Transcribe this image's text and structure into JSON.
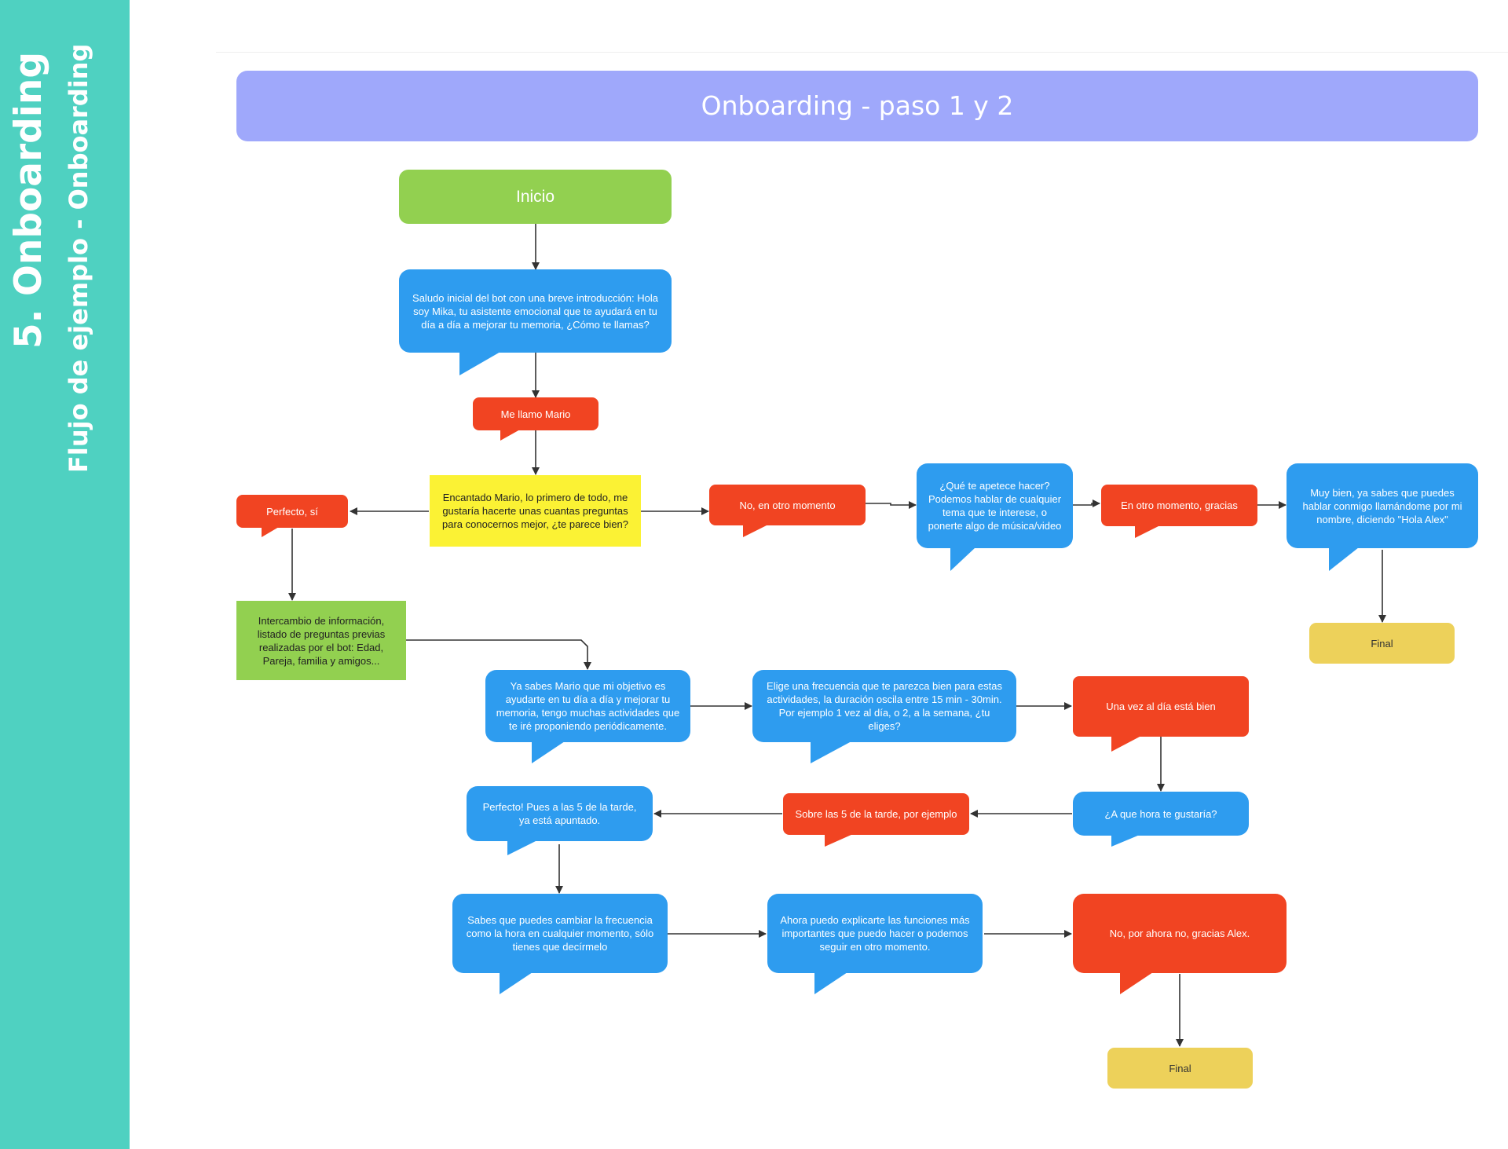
{
  "sidebar": {
    "title": "5. Onboarding",
    "subtitle": "Flujo de ejemplo - Onboarding"
  },
  "header": {
    "title": "Onboarding - paso 1 y 2"
  },
  "nodes": {
    "inicio": "Inicio",
    "saludo": "Saludo inicial del bot con una breve introducción: Hola soy Mika, tu asistente emocional que te ayudará en tu día a día a mejorar tu memoria, ¿Cómo te llamas?",
    "me_llamo": "Me llamo Mario",
    "encantado": "Encantado Mario, lo primero de todo, me gustaría hacerte unas cuantas preguntas para conocernos mejor, ¿te parece bien?",
    "perfecto_si": "Perfecto, sí",
    "no_otro": "No, en otro momento",
    "que_apetece": "¿Qué te apetece hacer? Podemos hablar de cualquier tema que te interese, o ponerte algo de música/video",
    "en_otro_gracias": "En otro momento, gracias",
    "muy_bien": "Muy bien, ya sabes que puedes hablar conmigo llamándome por mi nombre, diciendo \"Hola Alex\"",
    "final_1": "Final",
    "intercambio": "Intercambio de información, listado de preguntas previas realizadas por el bot: Edad, Pareja, familia y amigos...",
    "ya_sabes": "Ya sabes Mario que mi objetivo es ayudarte en tu día a día y mejorar tu memoria, tengo muchas actividades que te iré proponiendo periódicamente.",
    "elige_frecuencia": "Elige una frecuencia que te parezca bien para estas actividades, la duración oscila entre 15 min - 30min. Por ejemplo 1 vez al día, o 2, a la semana, ¿tu eliges?",
    "una_vez": "Una vez al día está bien",
    "a_que_hora": "¿A que hora te gustaría?",
    "sobre_las_5": "Sobre las 5 de la tarde, por ejemplo",
    "perfecto_5": "Perfecto! Pues a las 5 de la tarde, ya está apuntado.",
    "sabes_cambiar": "Sabes que puedes cambiar la frecuencia como la hora en cualquier momento, sólo tienes que decírmelo",
    "ahora_puedo": "Ahora puedo explicarte las funciones más importantes que puedo hacer o podemos seguir en otro momento.",
    "no_por_ahora": "No, por ahora no, gracias Alex.",
    "final_2": "Final"
  },
  "colors": {
    "sidebar": "#4fd1c1",
    "header": "#9fa8fb",
    "bot_bubble": "#2e9cef",
    "user_bubble": "#f14422",
    "start": "#92d050",
    "question": "#fbf234",
    "final": "#edd15a"
  }
}
